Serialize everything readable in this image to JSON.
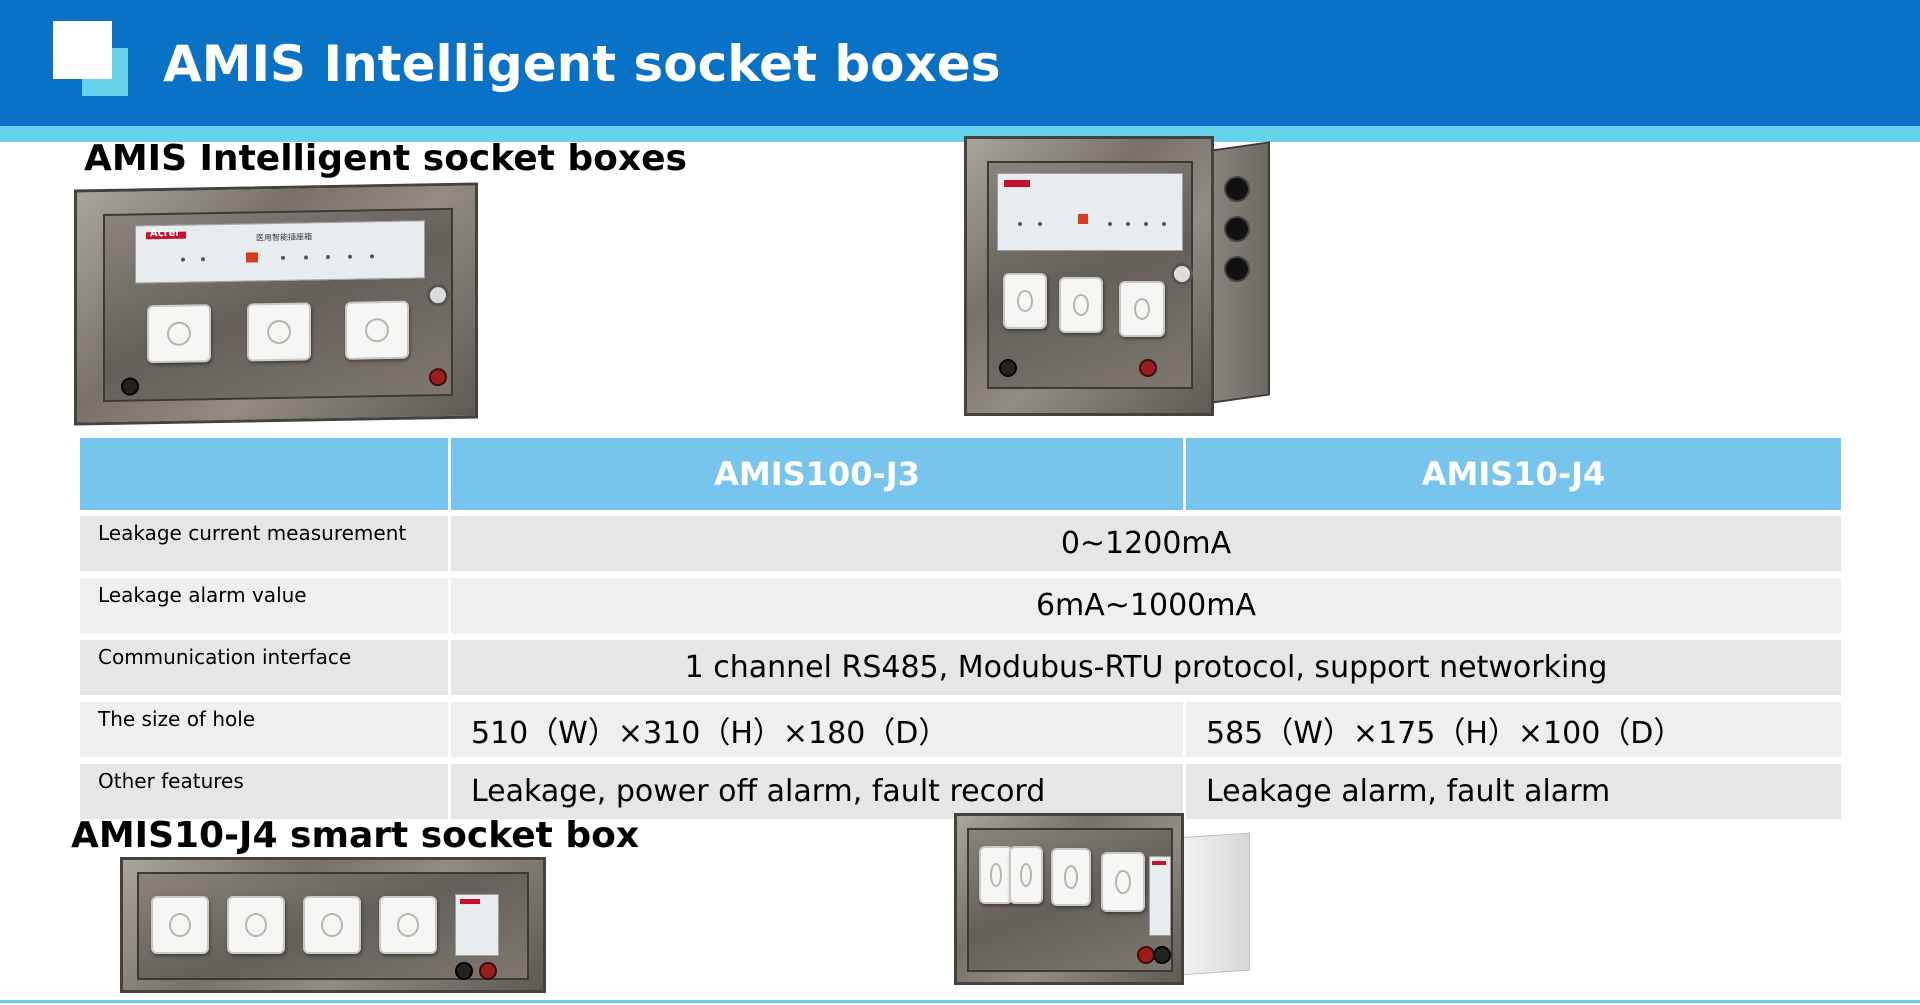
{
  "header": {
    "title": "AMIS Intelligent socket boxes"
  },
  "sections": {
    "top_title": "AMIS Intelligent socket boxes",
    "bottom_title": "AMIS10-J4 smart socket box"
  },
  "product_images": {
    "brand": "Acrel",
    "top_panel_caption": "医用智能插座箱"
  },
  "spec_table": {
    "headers": [
      "",
      "AMIS100-J3",
      "AMIS10-J4"
    ],
    "rows": [
      {
        "label": "Leakage current measurement",
        "shared": "0~1200mA"
      },
      {
        "label": "Leakage alarm value",
        "shared": "6mA~1000mA"
      },
      {
        "label": "Communication interface",
        "shared": "1 channel RS485, Modubus-RTU protocol, support networking"
      },
      {
        "label": "The size of hole",
        "j3": "510（W）×310（H）×180（D）",
        "j4": "585（W）×175（H）×100（D）"
      },
      {
        "label": "Other features",
        "j3": "Leakage, power off alarm, fault record",
        "j4": "Leakage alarm, fault alarm"
      }
    ]
  },
  "colors": {
    "header_blue": "#0a72c6",
    "accent_cyan": "#67d3eb",
    "table_header": "#77c4ec",
    "row_gray": "#e5e6e8"
  }
}
